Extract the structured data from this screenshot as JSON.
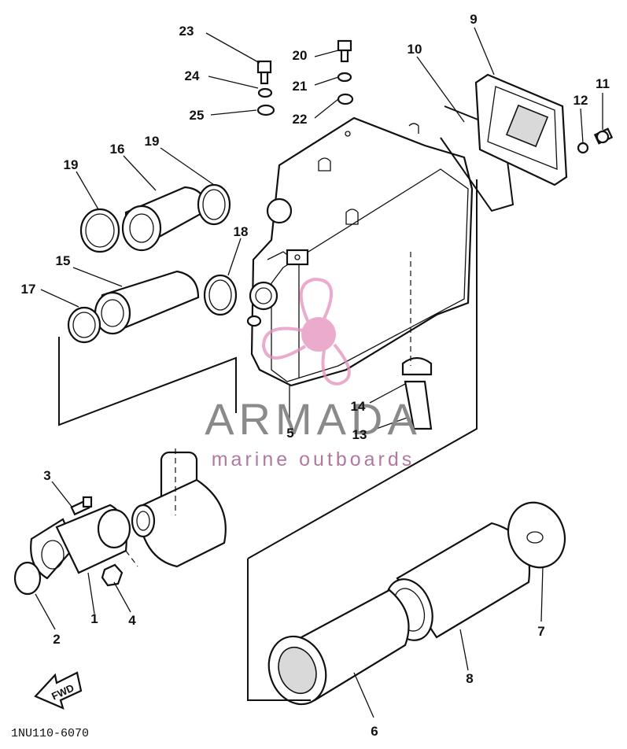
{
  "diagram": {
    "callouts": {
      "c1": "1",
      "c2": "2",
      "c3": "3",
      "c4": "4",
      "c5": "5",
      "c6": "6",
      "c7": "7",
      "c8": "8",
      "c9": "9",
      "c10": "10",
      "c11": "11",
      "c12": "12",
      "c13": "13",
      "c14": "14",
      "c15": "15",
      "c16": "16",
      "c17": "17",
      "c18": "18",
      "c19a": "19",
      "c19b": "19",
      "c20": "20",
      "c21": "21",
      "c22": "22",
      "c23": "23",
      "c24": "24",
      "c25": "25"
    },
    "direction_label": "FWD",
    "drawing_code": "1NU110-6070"
  },
  "watermark": {
    "brand": "ARMADA",
    "tagline": "marine outboards",
    "accent_color": "#e58fbd",
    "text_color": "#8a8a8a"
  }
}
